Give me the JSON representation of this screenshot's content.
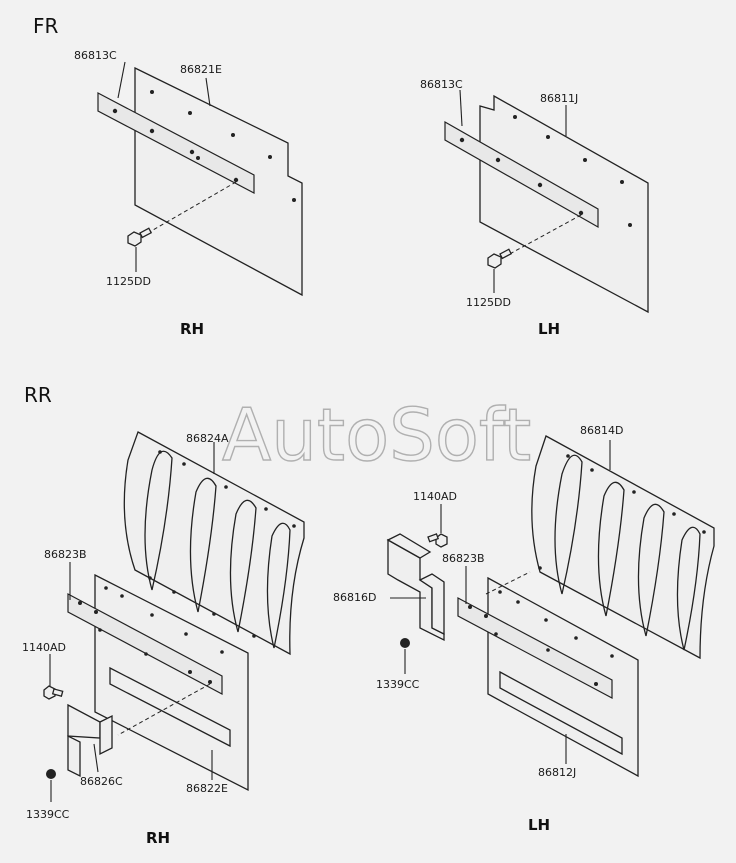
{
  "watermark": "AutoSoft",
  "sections": {
    "front": "FR",
    "rear": "RR"
  },
  "sides": {
    "fr_rh": "RH",
    "fr_lh": "LH",
    "rr_rh": "RH",
    "rr_lh": "LH"
  },
  "parts": {
    "fr_rh_strip": "86813C",
    "fr_rh_flap": "86821E",
    "fr_rh_bolt": "1125DD",
    "fr_lh_strip": "86813C",
    "fr_lh_flap": "86811J",
    "fr_lh_bolt": "1125DD",
    "rr_rh_flap": "86824A",
    "rr_rh_strip": "86823B",
    "rr_rh_bolt": "1140AD",
    "rr_rh_bracket": "86826C",
    "rr_rh_nut": "1339CC",
    "rr_rh_plate": "86822E",
    "rr_lh_flap": "86814D",
    "rr_lh_bolt": "1140AD",
    "rr_lh_strip": "86823B",
    "rr_lh_bracket": "86816D",
    "rr_lh_nut": "1339CC",
    "rr_lh_plate": "86812J"
  }
}
